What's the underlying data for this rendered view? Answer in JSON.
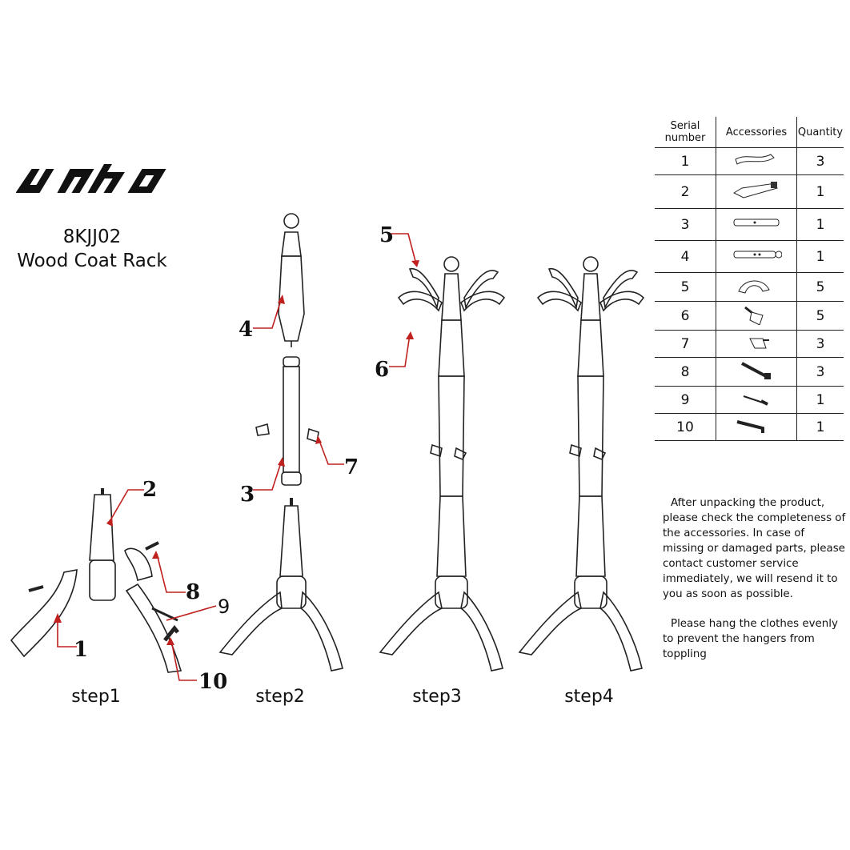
{
  "brand": {
    "logo_text": "unho"
  },
  "product": {
    "model": "8KJJ02",
    "name": "Wood Coat Rack"
  },
  "steps": [
    "step1",
    "step2",
    "step3",
    "step4"
  ],
  "callouts": [
    "1",
    "2",
    "3",
    "4",
    "5",
    "6",
    "7",
    "8",
    "9",
    "10"
  ],
  "accessories_table": {
    "headers": {
      "serial": "Serial number",
      "accessories": "Accessories",
      "quantity": "Quantity"
    },
    "rows": [
      {
        "serial": "1",
        "icon": "curved-leg-icon",
        "quantity": "3"
      },
      {
        "serial": "2",
        "icon": "base-pole-icon",
        "quantity": "1"
      },
      {
        "serial": "3",
        "icon": "middle-pole-icon",
        "quantity": "1"
      },
      {
        "serial": "4",
        "icon": "top-pole-icon",
        "quantity": "1"
      },
      {
        "serial": "5",
        "icon": "arc-hook-icon",
        "quantity": "5"
      },
      {
        "serial": "6",
        "icon": "large-peg-hook-icon",
        "quantity": "5"
      },
      {
        "serial": "7",
        "icon": "small-peg-hook-icon",
        "quantity": "3"
      },
      {
        "serial": "8",
        "icon": "screw-bolt-icon",
        "quantity": "3"
      },
      {
        "serial": "9",
        "icon": "dowel-pin-icon",
        "quantity": "1"
      },
      {
        "serial": "10",
        "icon": "allen-key-icon",
        "quantity": "1"
      }
    ]
  },
  "notes": {
    "unpacking": "After unpacking the product, please check the completeness of the accessories. In case of missing or damaged parts, please contact customer service immediately, we will resend it to you as soon as possible.",
    "hanging": "Please hang the clothes evenly to prevent the hangers from toppling"
  },
  "colors": {
    "callout_arrow": "#c0201e",
    "line": "#222222"
  }
}
